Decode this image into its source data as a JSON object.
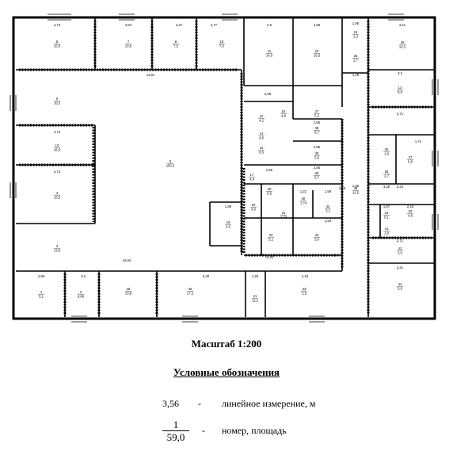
{
  "plan": {
    "dims": [
      "4,73",
      "3,63",
      "2,37",
      "2,77",
      "2,9",
      "2,88",
      "1,86",
      "3,21",
      "13,91",
      "3,3",
      "1,29",
      "2,86",
      "3,71",
      "2,85",
      "4,73",
      "4,73",
      "2,86",
      "1,74",
      "2,55",
      "1,59",
      "3,24",
      "1,97",
      "2,18",
      "1,98",
      "1,22",
      "1,59",
      "2,71",
      "10,02",
      "19,04",
      "2,96",
      "3,3",
      "5,28",
      "1,29",
      "4,43",
      "3,41",
      "2,85",
      "3,56",
      "3,28",
      "1,86"
    ],
    "rooms": [
      {
        "n": "8",
        "a": "15,6"
      },
      {
        "n": "7",
        "a": "10,8"
      },
      {
        "n": "6",
        "a": "7,5"
      },
      {
        "n": "18",
        "a": "7,5"
      },
      {
        "n": "11",
        "a": "14,0"
      },
      {
        "n": "23",
        "a": "16,3"
      },
      {
        "n": "24",
        "a": "2,3"
      },
      {
        "n": "25",
        "a": "2,7"
      },
      {
        "n": "40",
        "a": "10,3"
      },
      {
        "n": "9",
        "a": "16,5"
      },
      {
        "n": "13",
        "a": "8,8"
      },
      {
        "n": "12",
        "a": "4,2"
      },
      {
        "n": "14",
        "a": "4,6"
      },
      {
        "n": "15",
        "a": "4,8"
      },
      {
        "n": "16",
        "a": "8,5"
      },
      {
        "n": "27",
        "a": "5,3"
      },
      {
        "n": "39",
        "a": "9,7"
      },
      {
        "n": "38",
        "a": "5,6"
      },
      {
        "n": "10",
        "a": "16,5"
      },
      {
        "n": "5",
        "a": "150,3"
      },
      {
        "n": "17",
        "a": "4,4"
      },
      {
        "n": "28",
        "a": "5,7"
      },
      {
        "n": "29",
        "a": "5,6"
      },
      {
        "n": "35",
        "a": "1,9"
      },
      {
        "n": "36",
        "a": "2,7"
      },
      {
        "n": "37",
        "a": "5,8"
      },
      {
        "n": "4",
        "a": "16,5"
      },
      {
        "n": "19",
        "a": "4,0"
      },
      {
        "n": "20",
        "a": "4,0"
      },
      {
        "n": "30",
        "a": "1,74"
      },
      {
        "n": "31",
        "a": "1,74"
      },
      {
        "n": "32",
        "a": "3,1"
      },
      {
        "n": "33",
        "a": "5,2"
      },
      {
        "n": "34",
        "a": "3,0"
      },
      {
        "n": "22",
        "a": "5,1"
      },
      {
        "n": "26",
        "a": "4,6"
      },
      {
        "n": "41",
        "a": "1,8"
      },
      {
        "n": "42",
        "a": "2,0"
      },
      {
        "n": "3",
        "a": "13,8"
      },
      {
        "n": "1",
        "a": "5,1"
      },
      {
        "n": "2",
        "a": "8,06"
      },
      {
        "n": "45",
        "a": "10,8"
      },
      {
        "n": "46",
        "a": "17,2"
      },
      {
        "n": "21",
        "a": "11,2"
      },
      {
        "n": "43",
        "a": "3,9"
      },
      {
        "n": "44",
        "a": "5,0"
      },
      {
        "n": "39",
        "a": "11,5"
      }
    ]
  },
  "scale_text": "Масштаб 1:200",
  "legend": {
    "title": "Условные обозначения",
    "row1": {
      "sample": "3,56",
      "dash": "-",
      "text": "линейное измерение, м"
    },
    "row2": {
      "num": "1",
      "den": "59,0",
      "dash": "-",
      "text": "номер, площадь"
    }
  }
}
